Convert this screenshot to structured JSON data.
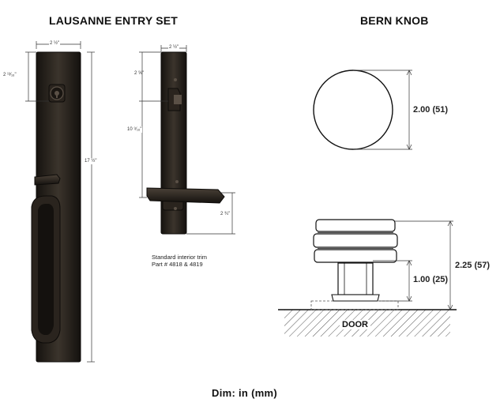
{
  "titles": {
    "left": "LAUSANNE ENTRY SET",
    "right": "BERN KNOB"
  },
  "entry_set": {
    "width": "2 ½\"",
    "deadbolt_offset": "2 ¹³⁄₁₆\"",
    "overall_height": "17 ½\""
  },
  "interior_trim": {
    "width": "2 ½\"",
    "turn_offset": "2 ⅝\"",
    "center_height": "10 ⁹⁄₁₆\"",
    "lever_height": "2 ¾\"",
    "note_line1": "Standard interior trim",
    "note_line2": "Part # 4818 & 4819"
  },
  "knob": {
    "diameter": "2.00 (51)",
    "overall_projection": "2.25 (57)",
    "stem_height": "1.00 (25)",
    "door_label": "DOOR"
  },
  "footer": "Dim: in (mm)",
  "colors": {
    "bronze_dark": "#1f1b17",
    "bronze_mid": "#3a332b",
    "dim_line": "#333333"
  }
}
